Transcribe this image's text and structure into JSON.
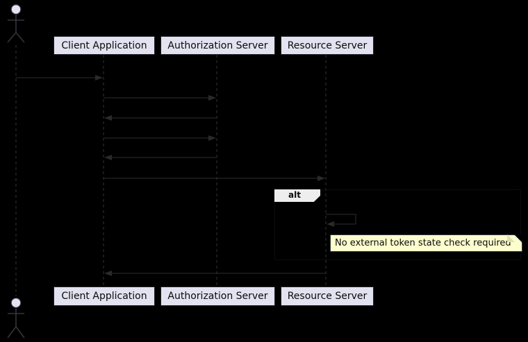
{
  "diagram": {
    "type": "sequence-diagram",
    "background_color": "#000000",
    "participants": [
      {
        "label": "Client Application"
      },
      {
        "label": "Authorization Server"
      },
      {
        "label": "Resource Server"
      }
    ],
    "actor": {
      "note": "unlabeled stick-figure actor shown at top and bottom of its lifeline"
    },
    "fragment": {
      "operator_label": "alt"
    },
    "note": {
      "text": "No external token state check required",
      "fill": "#FDFECE"
    },
    "messages": [
      {
        "from": "actor",
        "to": "client-application",
        "style": "solid",
        "label_visible": false
      },
      {
        "from": "client-application",
        "to": "authorization-server",
        "style": "solid",
        "label_visible": false
      },
      {
        "from": "authorization-server",
        "to": "client-application",
        "style": "solid",
        "label_visible": false
      },
      {
        "from": "client-application",
        "to": "authorization-server",
        "style": "solid",
        "label_visible": false
      },
      {
        "from": "authorization-server",
        "to": "client-application",
        "style": "solid",
        "label_visible": false
      },
      {
        "from": "client-application",
        "to": "resource-server",
        "style": "solid",
        "label_visible": false
      },
      {
        "from": "resource-server",
        "to": "resource-server",
        "style": "self",
        "label_visible": false
      },
      {
        "from": "resource-server",
        "to": "client-application",
        "style": "solid",
        "label_visible": false
      }
    ],
    "colors": {
      "participant_fill": "#E2E2F0",
      "participant_border": "#222228",
      "line": "#333333",
      "arrowhead": "#2a2a2a",
      "fragment_label_fill": "#EEEEEE",
      "note_fill": "#FDFECE",
      "text": "#0a0a0a"
    }
  }
}
